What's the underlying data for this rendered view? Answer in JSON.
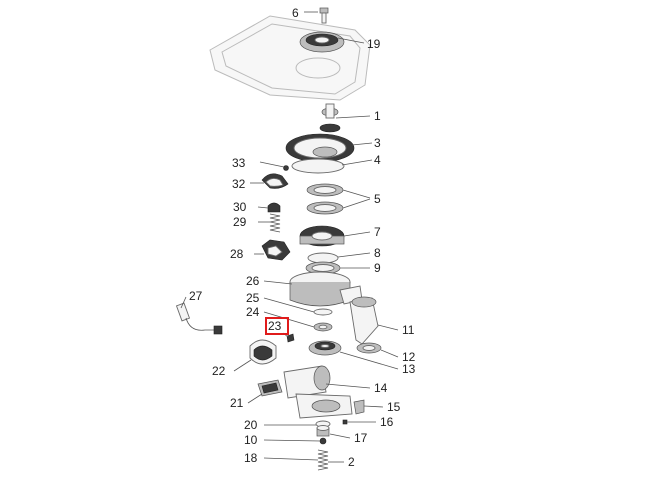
{
  "diagram": {
    "callouts": [
      {
        "id": "6",
        "label": "6"
      },
      {
        "id": "19",
        "label": "19"
      },
      {
        "id": "1",
        "label": "1"
      },
      {
        "id": "3",
        "label": "3"
      },
      {
        "id": "4",
        "label": "4"
      },
      {
        "id": "33",
        "label": "33"
      },
      {
        "id": "32",
        "label": "32"
      },
      {
        "id": "5",
        "label": "5"
      },
      {
        "id": "30",
        "label": "30"
      },
      {
        "id": "29",
        "label": "29"
      },
      {
        "id": "7",
        "label": "7"
      },
      {
        "id": "8",
        "label": "8"
      },
      {
        "id": "28",
        "label": "28"
      },
      {
        "id": "9",
        "label": "9"
      },
      {
        "id": "26",
        "label": "26"
      },
      {
        "id": "27",
        "label": "27"
      },
      {
        "id": "25",
        "label": "25"
      },
      {
        "id": "24",
        "label": "24"
      },
      {
        "id": "23",
        "label": "23"
      },
      {
        "id": "11",
        "label": "11"
      },
      {
        "id": "12",
        "label": "12"
      },
      {
        "id": "13",
        "label": "13"
      },
      {
        "id": "22",
        "label": "22"
      },
      {
        "id": "14",
        "label": "14"
      },
      {
        "id": "21",
        "label": "21"
      },
      {
        "id": "15",
        "label": "15"
      },
      {
        "id": "16",
        "label": "16"
      },
      {
        "id": "20",
        "label": "20"
      },
      {
        "id": "17",
        "label": "17"
      },
      {
        "id": "10",
        "label": "10"
      },
      {
        "id": "18",
        "label": "18"
      },
      {
        "id": "2",
        "label": "2"
      }
    ],
    "highlighted_callout": "23",
    "highlight_color": "#e01b1b"
  }
}
